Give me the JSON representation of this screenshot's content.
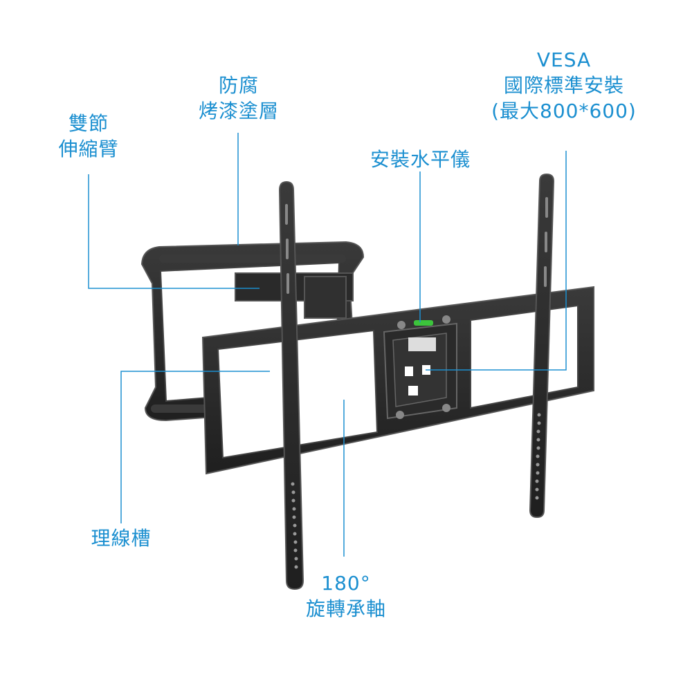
{
  "colors": {
    "label": "#1b8fd0",
    "leader_line": "#1b8fd0",
    "metal": "#2b2b2b",
    "metal_edge": "#4a4a4a",
    "level_bubble": "#3cc43c"
  },
  "labels": {
    "double_arm": {
      "line1": "雙節",
      "line2": "伸縮臂"
    },
    "coating": {
      "line1": "防腐",
      "line2": "烤漆塗層"
    },
    "vesa": {
      "line1": "VESA",
      "line2": "國際標準安裝",
      "line3": "(最大800*600)"
    },
    "level": {
      "line1": "安裝水平儀"
    },
    "cable": {
      "line1": "理線槽"
    },
    "pivot": {
      "line1": "180°",
      "line2": "旋轉承軸"
    }
  }
}
